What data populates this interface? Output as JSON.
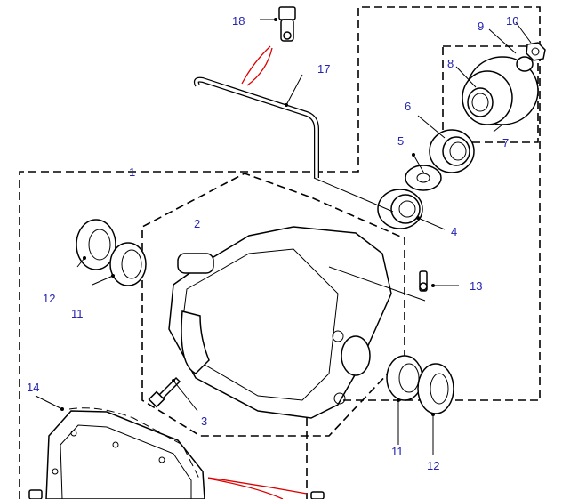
{
  "diagram": {
    "type": "exploded parts diagram",
    "callouts": [
      {
        "id": "c18",
        "text": "18"
      },
      {
        "id": "c17",
        "text": "17"
      },
      {
        "id": "c1",
        "text": "1"
      },
      {
        "id": "c2",
        "text": "2"
      },
      {
        "id": "c3",
        "text": "3"
      },
      {
        "id": "c4",
        "text": "4"
      },
      {
        "id": "c5",
        "text": "5"
      },
      {
        "id": "c6",
        "text": "6"
      },
      {
        "id": "c7",
        "text": "7"
      },
      {
        "id": "c8",
        "text": "8"
      },
      {
        "id": "c9",
        "text": "9"
      },
      {
        "id": "c10",
        "text": "10"
      },
      {
        "id": "c11a",
        "text": "11"
      },
      {
        "id": "c12a",
        "text": "12"
      },
      {
        "id": "c11b",
        "text": "11"
      },
      {
        "id": "c12b",
        "text": "12"
      },
      {
        "id": "c13",
        "text": "13"
      },
      {
        "id": "c14",
        "text": "14"
      }
    ],
    "colors": {
      "label": "#2424b0",
      "highlight": "#dd0000",
      "line": "#000000"
    }
  }
}
